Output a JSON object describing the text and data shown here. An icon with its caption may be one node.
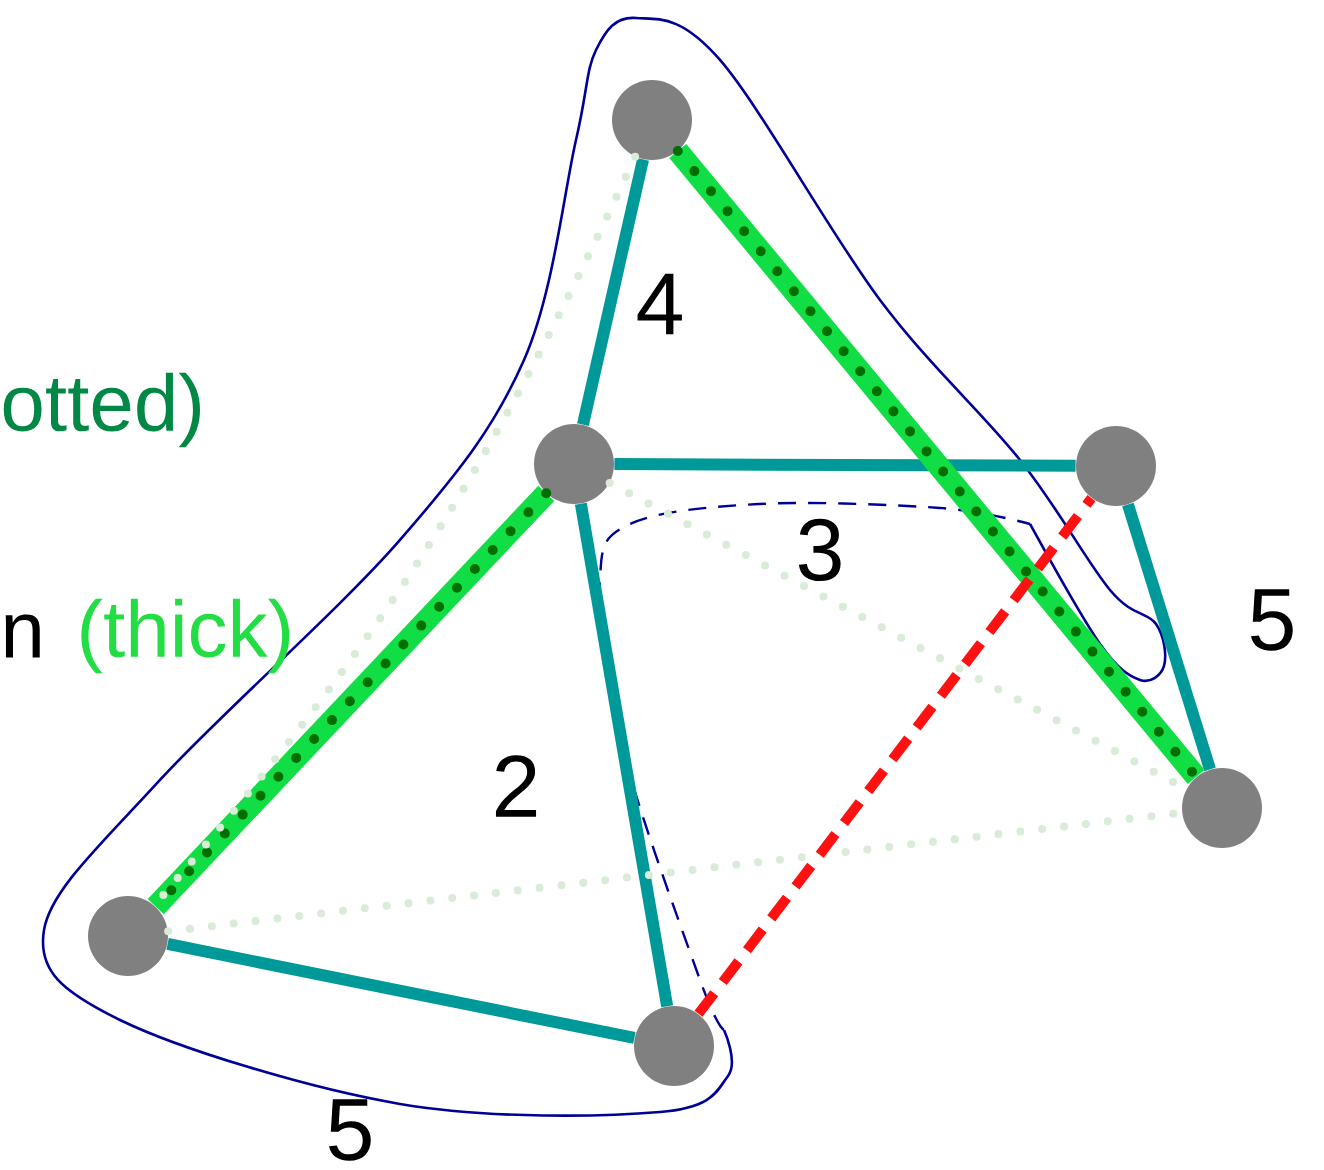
{
  "diagram": {
    "nodes": [
      {
        "text": [],
        "shape": "circle"
      },
      {
        "text": [],
        "shape": "circle"
      },
      {
        "text": [],
        "shape": "circle"
      },
      {
        "text": [],
        "shape": "circle"
      },
      {
        "text": [],
        "shape": "circle"
      },
      {
        "text": [],
        "shape": "circle"
      }
    ],
    "edges": [
      {
        "from": 0,
        "to": 1,
        "arrow": "none",
        "label": "4"
      },
      {
        "from": 1,
        "to": 2,
        "arrow": "none",
        "label": "3"
      },
      {
        "from": 2,
        "to": 3,
        "arrow": "none",
        "label": "5"
      },
      {
        "from": 1,
        "to": 5,
        "arrow": "none",
        "label": "2"
      },
      {
        "from": 4,
        "to": 5,
        "arrow": "none",
        "label": "5"
      },
      {
        "from": 0,
        "to": 3,
        "arrow": "none",
        "style": "thick",
        "color": "#11dd44"
      },
      {
        "from": 1,
        "to": 4,
        "arrow": "none",
        "style": "thick",
        "color": "#11dd44"
      },
      {
        "from": 0,
        "to": 4,
        "arrow": "none",
        "style": "dashed",
        "color": "#d8ecd8"
      },
      {
        "from": 1,
        "to": 3,
        "arrow": "none",
        "style": "dashed",
        "color": "#d8ecd8"
      },
      {
        "from": 4,
        "to": 3,
        "arrow": "none",
        "style": "dashed",
        "color": "#d8ecd8"
      },
      {
        "from": 5,
        "to": 2,
        "arrow": "none",
        "style": "dashed",
        "color": "#ff1111"
      }
    ],
    "labels": [
      "otted)",
      "n",
      "(thick)"
    ]
  }
}
